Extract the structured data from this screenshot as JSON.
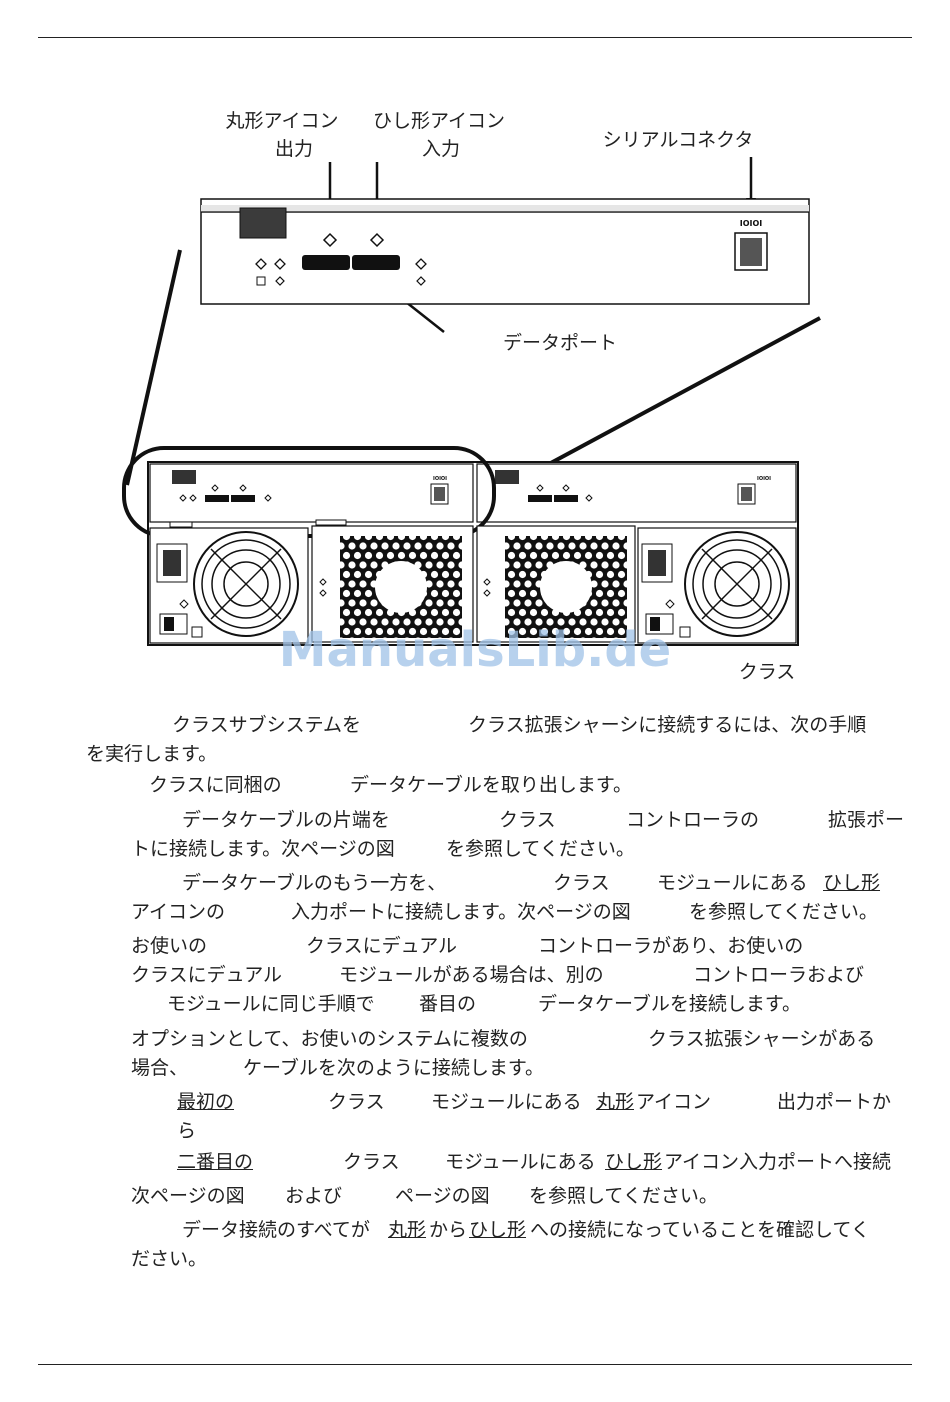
{
  "figure": {
    "label_round_icon": "丸形アイコン",
    "label_out": "出力",
    "label_diamond_icon": "ひし形アイコン",
    "label_in": "入力",
    "label_serial": "シリアルコネクタ",
    "label_data_port": "データポート",
    "serial_port_text": "IOIOI",
    "caption": "クラス",
    "watermark": "ManualsLib.de"
  },
  "text": {
    "p1_a": "クラスサブシステムを",
    "p1_b": "クラス拡張シャーシに接続するには、次の手順",
    "p1_c": "を実行します。",
    "s1_a": "クラスに同梱の",
    "s1_b": "データケーブルを取り出します。",
    "s2_a": "データケーブルの片端を",
    "s2_b": "クラス",
    "s2_c": "コントローラの",
    "s2_d": "拡張ポー",
    "s2_e": "トに接続します。次ページの図",
    "s2_f": "を参照してください。",
    "s3_a": "データケーブルのもう一方を、",
    "s3_b": "クラス",
    "s3_c": "モジュールにある",
    "s3_d": "ひし形",
    "s3_e": "アイコンの",
    "s3_f": "入力ポートに接続します。次ページの図",
    "s3_g": "を参照してください。",
    "n1_a": "お使いの",
    "n1_b": "クラスにデュアル",
    "n1_c": "コントローラがあり、お使いの",
    "n1_d": "クラスにデュアル",
    "n1_e": "モジュールがある場合は、別の",
    "n1_f": "コントローラおよび",
    "n1_g": "モジュールに同じ手順で",
    "n1_h": "番目の",
    "n1_i": "データケーブルを接続します。",
    "o_a": "オプションとして、お使いのシステムに複数の",
    "o_b": "クラス拡張シャーシがある",
    "o_c": "場合、",
    "o_d": "ケーブルを次のように接続します。",
    "b1_a": "最初の",
    "b1_b": "クラス",
    "b1_c": "モジュールにある",
    "b1_d": "丸形",
    "b1_e": "アイコン",
    "b1_f": "出力ポートか",
    "b1_g": "ら",
    "b2_a": "二番目の",
    "b2_b": "クラス",
    "b2_c": "モジュールにある",
    "b2_d": "ひし形",
    "b2_e": "アイコン入力ポートへ接続",
    "r_a": "次ページの図",
    "r_b": "および",
    "r_c": "ページの図",
    "r_d": "を参照してください。",
    "c_a": "データ接続のすべてが",
    "c_b": "丸形",
    "c_c": "から",
    "c_d": "ひし形",
    "c_e": "への接続になっていることを確認してく",
    "c_f": "ださい。"
  }
}
